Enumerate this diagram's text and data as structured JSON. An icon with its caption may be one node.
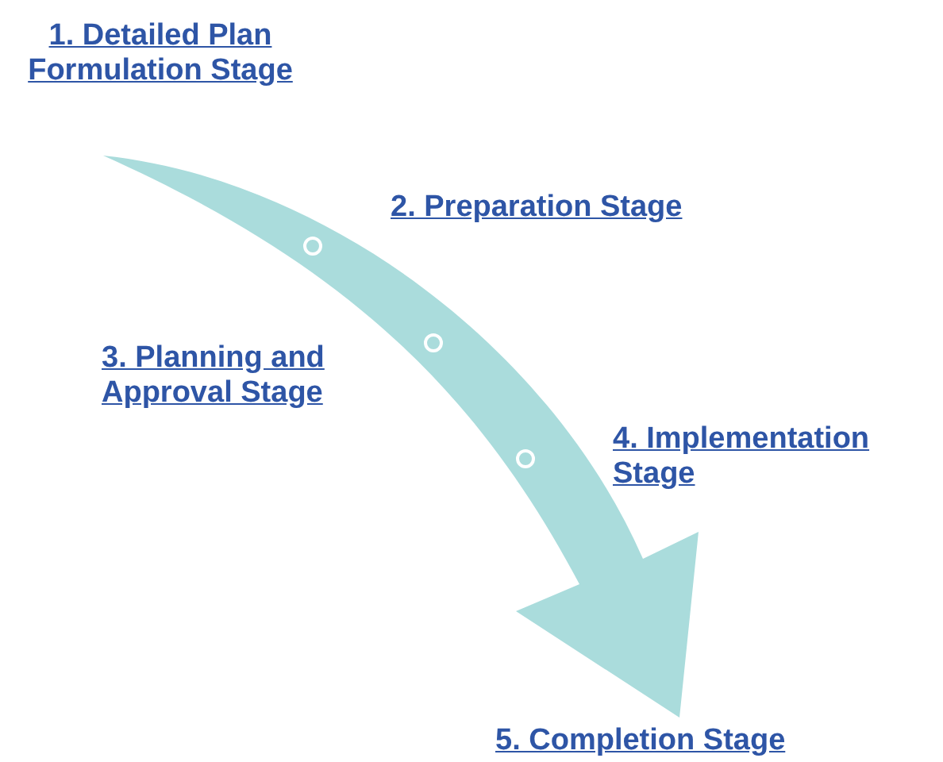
{
  "diagram": {
    "labels": [
      "1. Detailed Plan Formulation Stage",
      "2. Preparation Stage",
      "3. Planning and Approval Stage",
      "4. Implementation Stage",
      "5. Completion Stage"
    ]
  }
}
